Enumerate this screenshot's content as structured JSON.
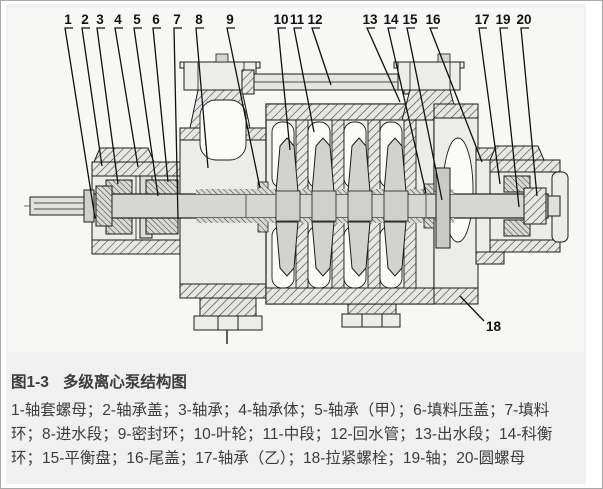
{
  "figure": {
    "description": "多级离心泵剖面结构图",
    "callouts": [
      "1",
      "2",
      "3",
      "4",
      "5",
      "6",
      "7",
      "8",
      "9",
      "10",
      "11",
      "12",
      "13",
      "14",
      "15",
      "16",
      "17",
      "18",
      "19",
      "20"
    ]
  },
  "caption": {
    "figure_no": "图1-3",
    "title": "多级离心泵结构图",
    "legend": "1-轴套螺母；2-轴承盖；3-轴承；4-轴承体；5-轴承（甲）；6-填料压盖；7-填料环；8-进水段；9-密封环；10-叶轮；11-中段；12-回水管；13-出水段；14-科衡环；15-平衡盘；16-尾盖；17-轴承（乙）；18-拉紧螺栓；19-轴；20-圆螺母"
  },
  "colors": {
    "page_bg": "#ffffff",
    "panel_bg": "#f0f0f0",
    "figure_bg": "#f7f7f6",
    "line": "#1c1c1c",
    "text": "#3c3c3c"
  }
}
